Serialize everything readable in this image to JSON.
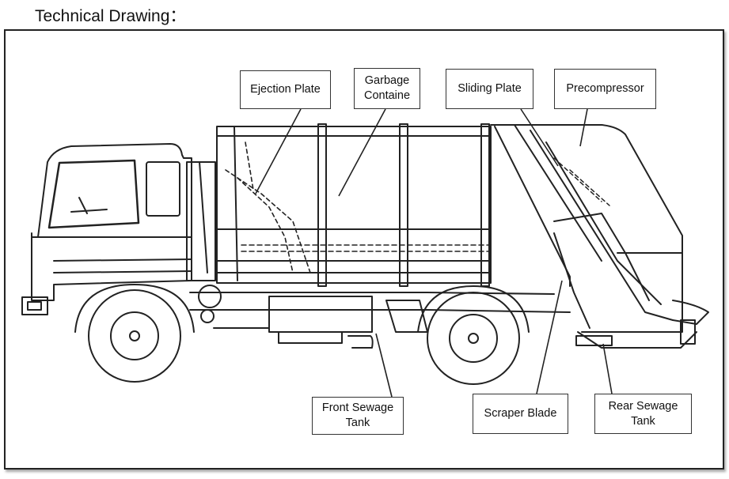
{
  "title": "Technical Drawing：",
  "callouts": {
    "ejection_plate": "Ejection Plate",
    "garbage_container_line1": "Garbage",
    "garbage_container_line2": "Containe",
    "sliding_plate": "Sliding Plate",
    "precompressor": "Precompressor",
    "front_sewage_line1": "Front Sewage",
    "front_sewage_line2": "Tank",
    "scraper_blade": "Scraper Blade",
    "rear_sewage_line1": "Rear Sewage",
    "rear_sewage_line2": "Tank"
  },
  "colors": {
    "line": "#222222",
    "frame": "#222222",
    "background": "#ffffff"
  }
}
